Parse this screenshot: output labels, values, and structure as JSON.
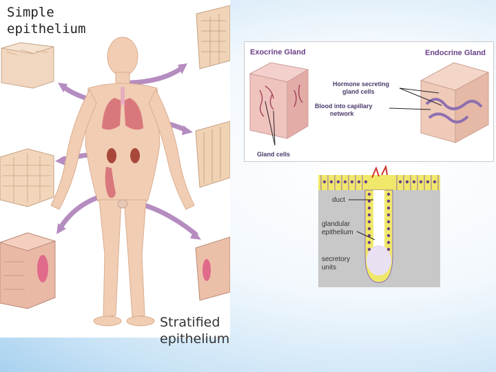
{
  "labels": {
    "simple_line1": "Simple",
    "simple_line2": "epithelium",
    "stratified_line1": "Stratified",
    "stratified_line2": "epithelium"
  },
  "gland_figure": {
    "exocrine_title": "Exocrine Gland",
    "endocrine_title": "Endocrine Gland",
    "hormone_line1": "Hormone secreting",
    "hormone_line2": "gland cells",
    "blood_line1": "Blood into capillary",
    "blood_line2": "network",
    "gland_cells": "Gland cells"
  },
  "duct_figure": {
    "duct": "duct",
    "glandular_line1": "glandular",
    "glandular_line2": "epithelium",
    "secretory_line1": "secretory",
    "secretory_line2": "units"
  },
  "colors": {
    "skin": "#f1cdb3",
    "arrow": "#b58cc0",
    "organ": "#d9787c",
    "title_purple": "#6a3f88"
  }
}
